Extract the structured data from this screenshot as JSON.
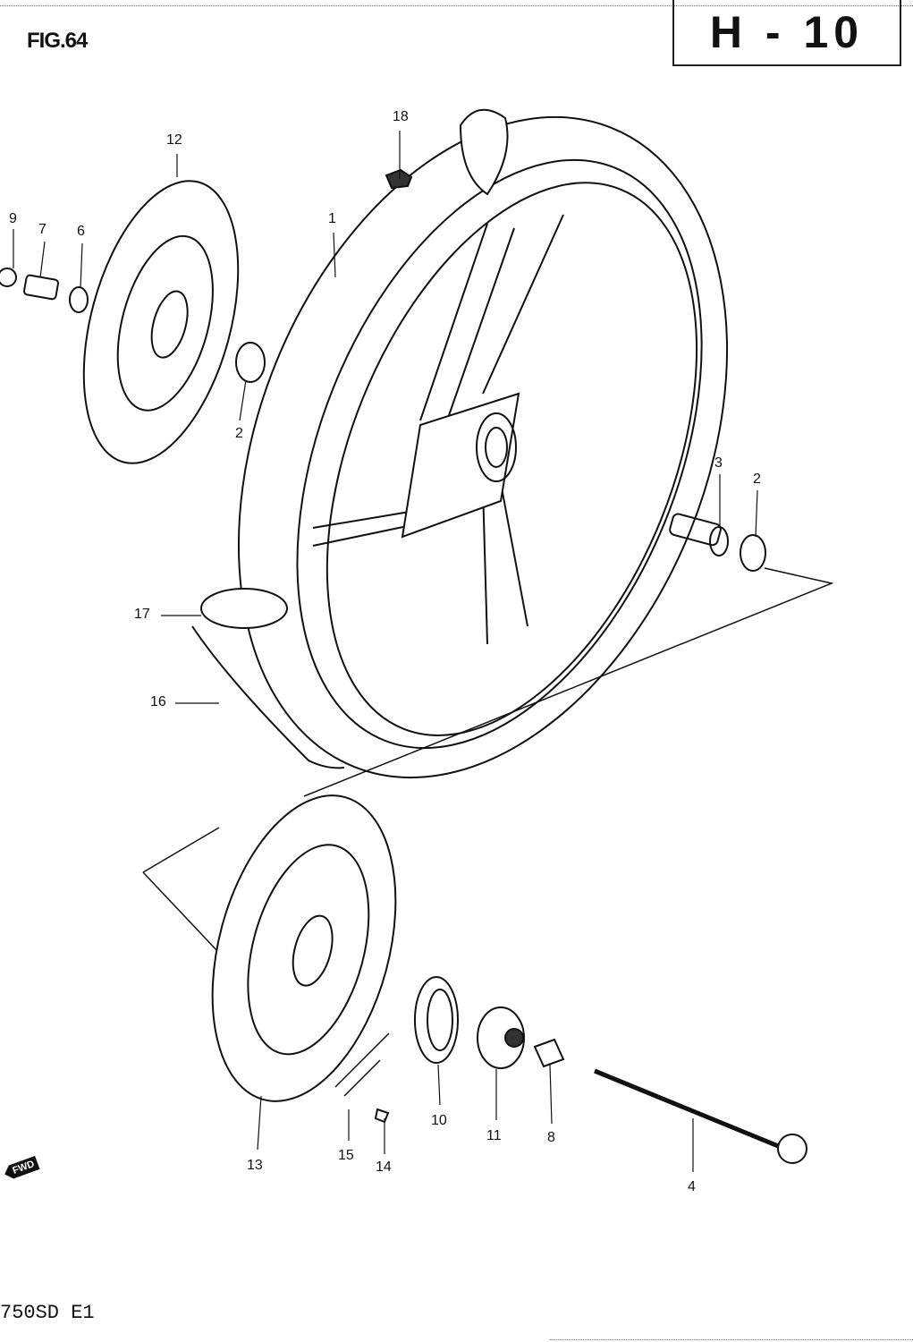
{
  "header": {
    "figure": "FIG.64",
    "page_code": "H - 10"
  },
  "footer": {
    "model": "750SD E1",
    "direction": "FWD"
  },
  "callouts": [
    {
      "id": "18",
      "label": "18"
    },
    {
      "id": "12",
      "label": "12"
    },
    {
      "id": "9",
      "label": "9"
    },
    {
      "id": "7",
      "label": "7"
    },
    {
      "id": "6",
      "label": "6"
    },
    {
      "id": "1",
      "label": "1"
    },
    {
      "id": "2a",
      "label": "2"
    },
    {
      "id": "3",
      "label": "3"
    },
    {
      "id": "2b",
      "label": "2"
    },
    {
      "id": "17",
      "label": "17"
    },
    {
      "id": "16",
      "label": "16"
    },
    {
      "id": "13",
      "label": "13"
    },
    {
      "id": "15",
      "label": "15"
    },
    {
      "id": "14",
      "label": "14"
    },
    {
      "id": "10",
      "label": "10"
    },
    {
      "id": "11",
      "label": "11"
    },
    {
      "id": "8",
      "label": "8"
    },
    {
      "id": "4",
      "label": "4"
    }
  ]
}
